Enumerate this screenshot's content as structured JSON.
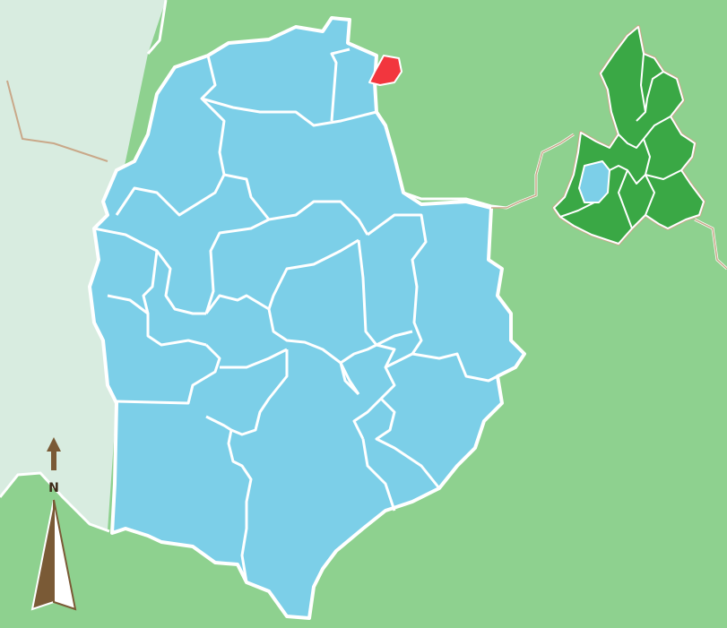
{
  "map": {
    "colors": {
      "ocean": "#d8ece0",
      "land": "#8ed18f",
      "region": "#7ccfe8",
      "highlight": "#f2363e",
      "inset_state": "#3aa845",
      "border": "#ffffff",
      "outer_border": "#c9a889",
      "road": "#c9a889",
      "compass": "#7a5a36"
    },
    "compass_label": "N",
    "selected_municipality": "highlighted-municipality",
    "inset": {
      "description_icon": "state-locator-inset"
    }
  }
}
